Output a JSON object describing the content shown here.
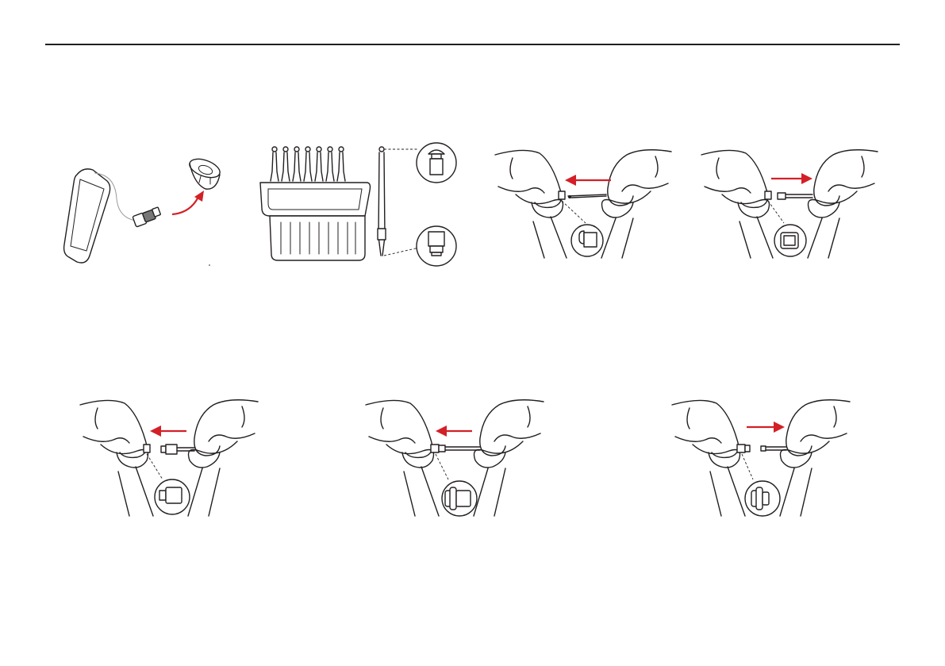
{
  "document": {
    "accent_color": "#d32027",
    "line_color": "#231f20"
  },
  "figures": [
    {
      "id": "fig-1",
      "icon": "hearing-aid-dome-removal-illustration"
    },
    {
      "id": "fig-2",
      "icon": "wax-filter-tool-illustration"
    },
    {
      "id": "fig-3",
      "icon": "insert-removal-tool-illustration"
    },
    {
      "id": "fig-4",
      "icon": "pull-out-old-filter-illustration"
    },
    {
      "id": "fig-5",
      "icon": "insert-new-filter-illustration"
    },
    {
      "id": "fig-6",
      "icon": "press-filter-in-illustration"
    },
    {
      "id": "fig-7",
      "icon": "remove-tool-illustration"
    }
  ]
}
